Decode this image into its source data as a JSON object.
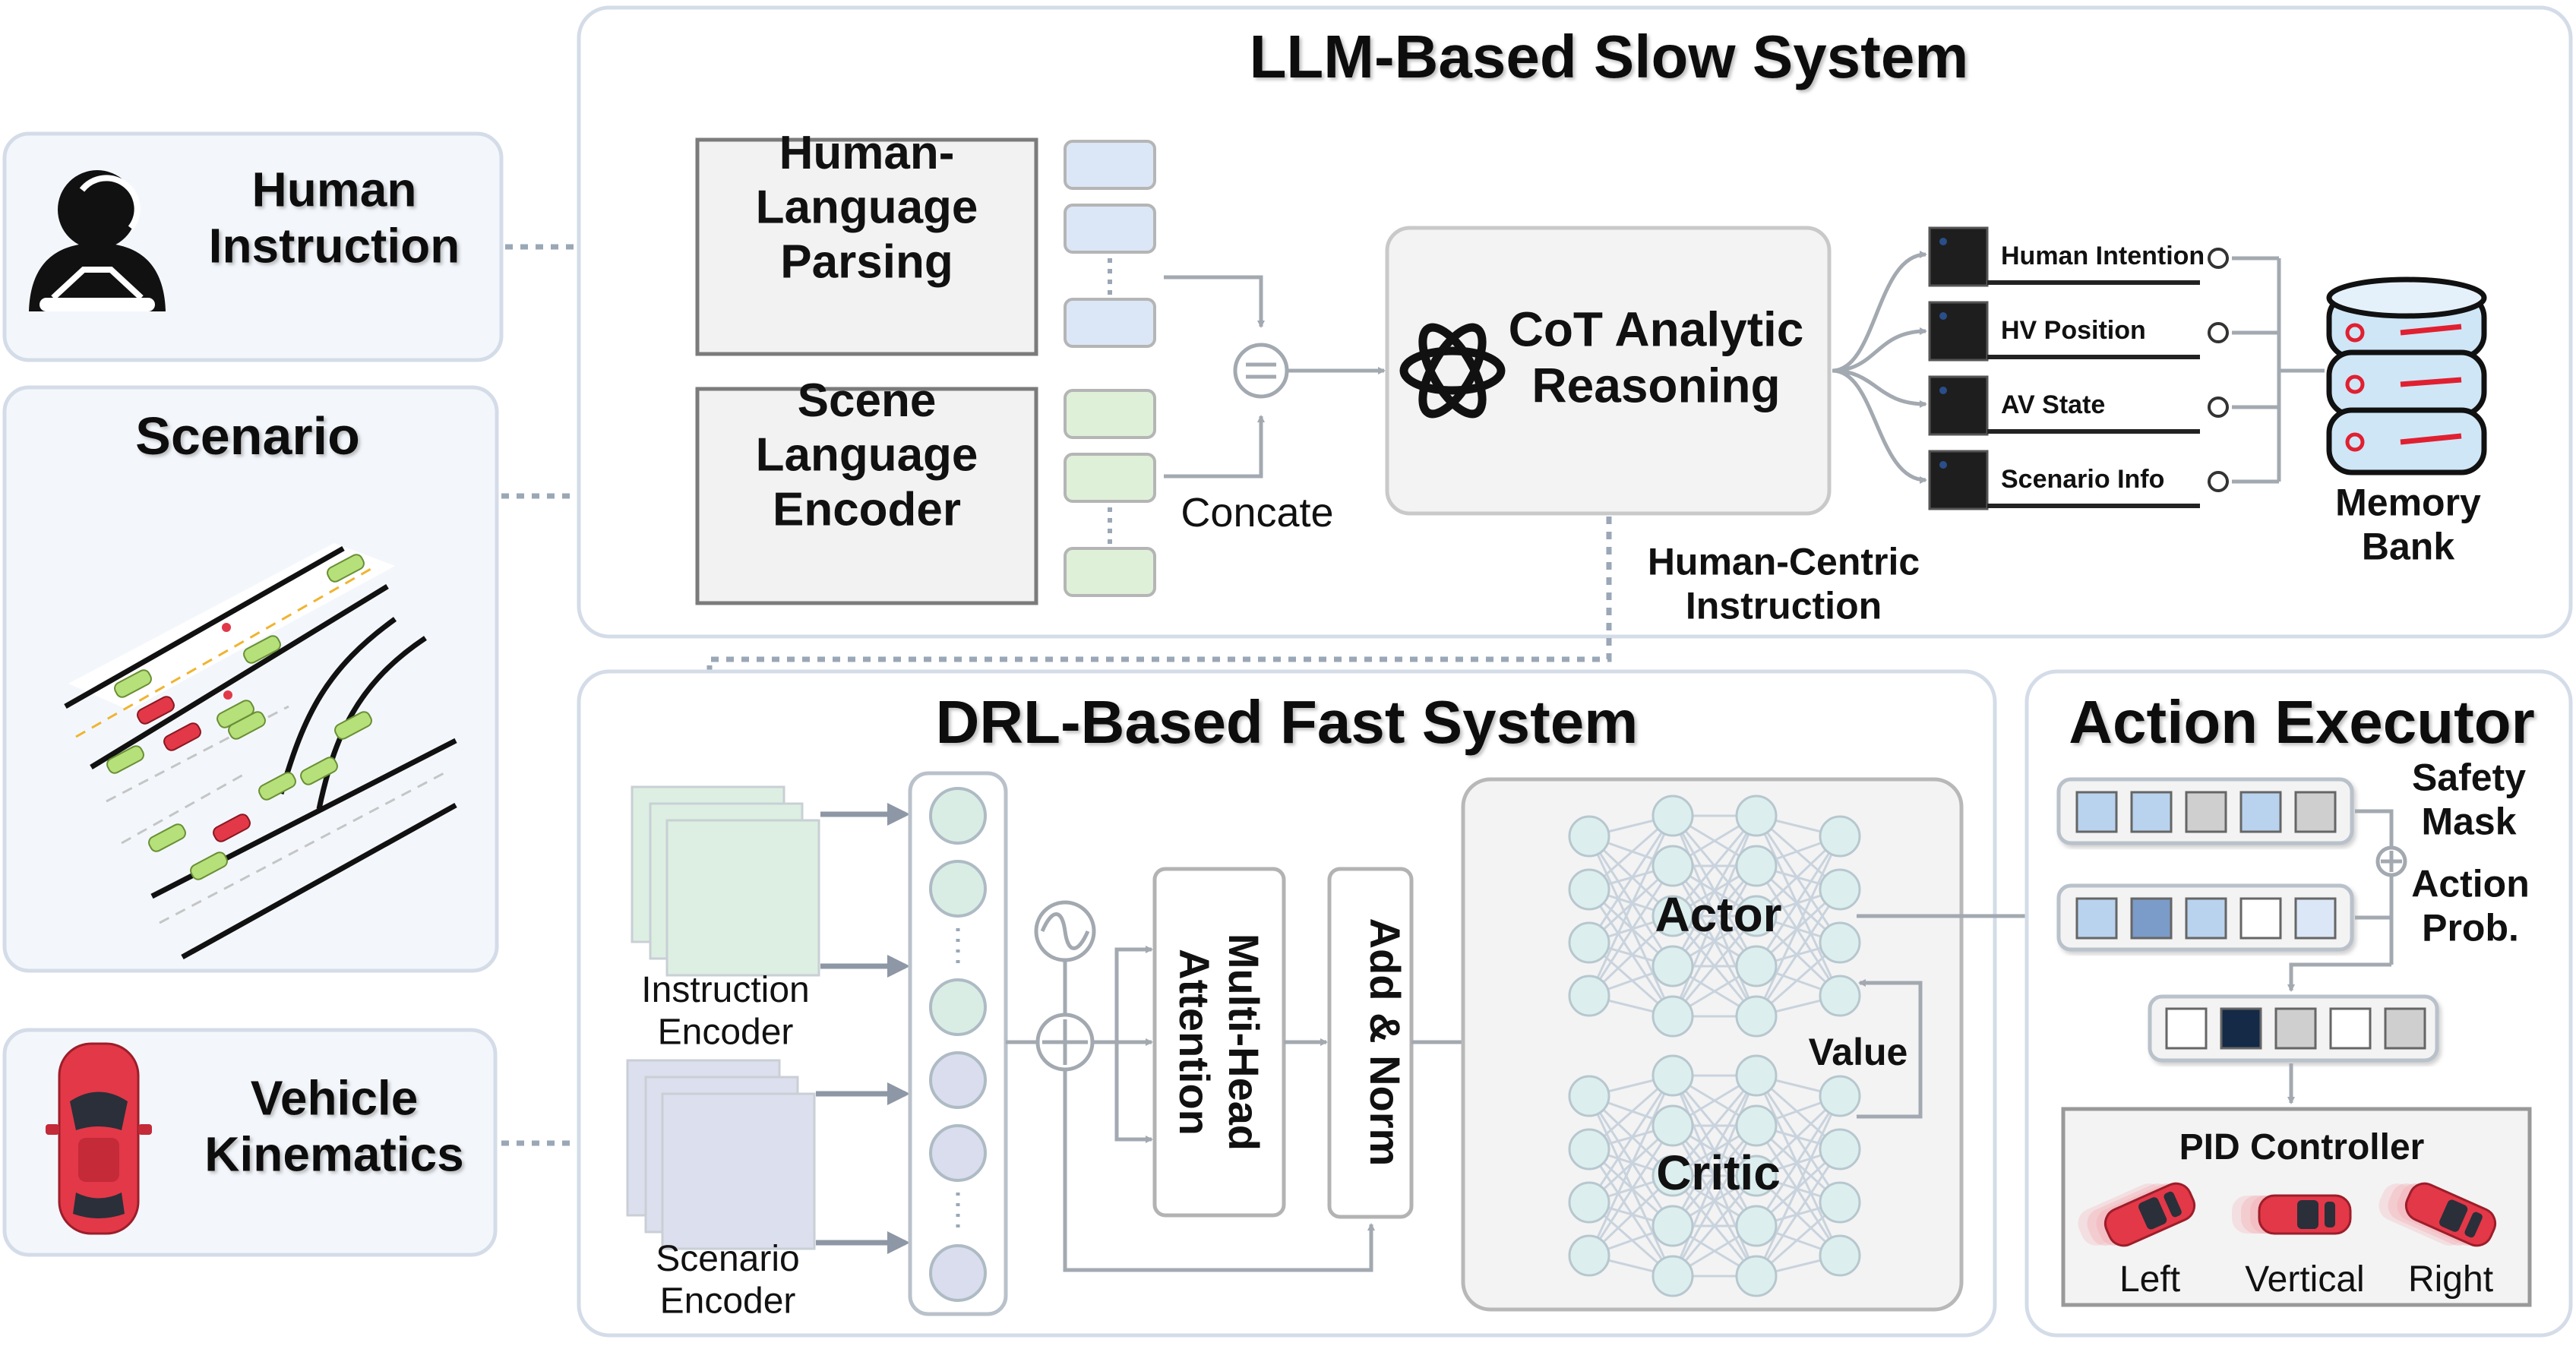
{
  "inputs": {
    "human": "Human\nInstruction",
    "scenario": "Scenario",
    "vehicle": "Vehicle\nKinematics"
  },
  "slow": {
    "title": "LLM-Based Slow System",
    "parsing": "Human-\nLanguage\nParsing",
    "encoder": "Scene\nLanguage\nEncoder",
    "concat": "Concate",
    "cot": "CoT Analytic\nReasoning",
    "memory_items": [
      "Human Intention",
      "HV Position",
      "AV State",
      "Scenario Info"
    ],
    "memory_label": "Memory\nBank",
    "human_centric": "Human-Centric\nInstruction"
  },
  "fast": {
    "title": "DRL-Based Fast System",
    "instr_encoder": "Instruction\nEncoder",
    "scen_encoder": "Scenario\nEncoder",
    "mha": "Multi-Head\nAttention",
    "addnorm": "Add & Norm",
    "actor": "Actor",
    "critic": "Critic",
    "value": "Value"
  },
  "executor": {
    "title": "Action Executor",
    "safety_mask": "Safety\nMask",
    "action_prob": "Action\nProb.",
    "pid": "PID Controller",
    "steer": [
      "Left",
      "Vertical",
      "Right"
    ]
  },
  "colors": {
    "panel_border": "#d4dce8",
    "input_bg": "#f3f7fc",
    "exec_bg": "#f8f8f8",
    "blue_cell": "#dbe7f6",
    "green_cell": "#dff0d9",
    "arrow": "#a3a9b0",
    "car_red": "#e33848",
    "car_green": "#b6e07a"
  }
}
